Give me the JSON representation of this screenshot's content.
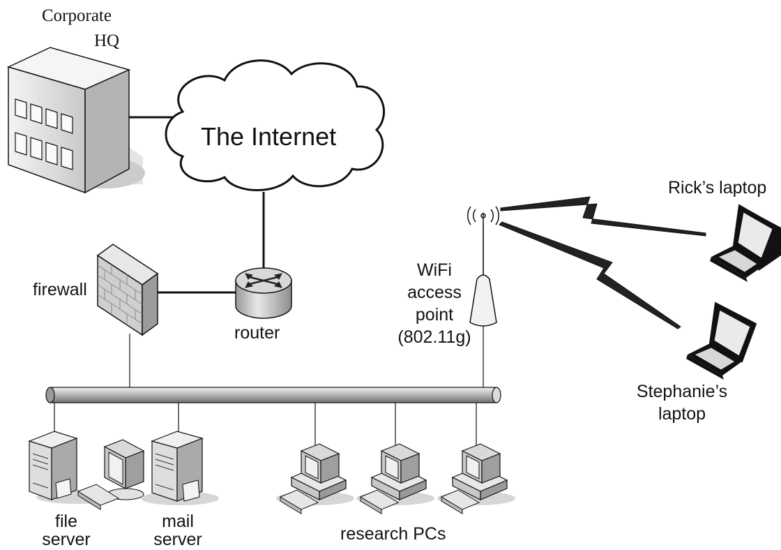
{
  "labels": {
    "hq_line1": "Corporate",
    "hq_line2": "HQ",
    "internet": "The Internet",
    "firewall": "firewall",
    "router": "router",
    "wifi_line1": "WiFi",
    "wifi_line2": "access",
    "wifi_line3": "point",
    "wifi_line4": "(802.11g)",
    "ricks_laptop": "Rick’s laptop",
    "stephanie_line1": "Stephanie’s",
    "stephanie_line2": "laptop",
    "file_server_line1": "file",
    "file_server_line2": "server",
    "mail_server_line1": "mail",
    "mail_server_line2": "server",
    "research_pcs": "research PCs"
  },
  "colors": {
    "line": "#111111",
    "backbone_fill": "#c8c8c8",
    "device_fill": "#e6e6e6",
    "shadow": "#cfcfcf"
  }
}
